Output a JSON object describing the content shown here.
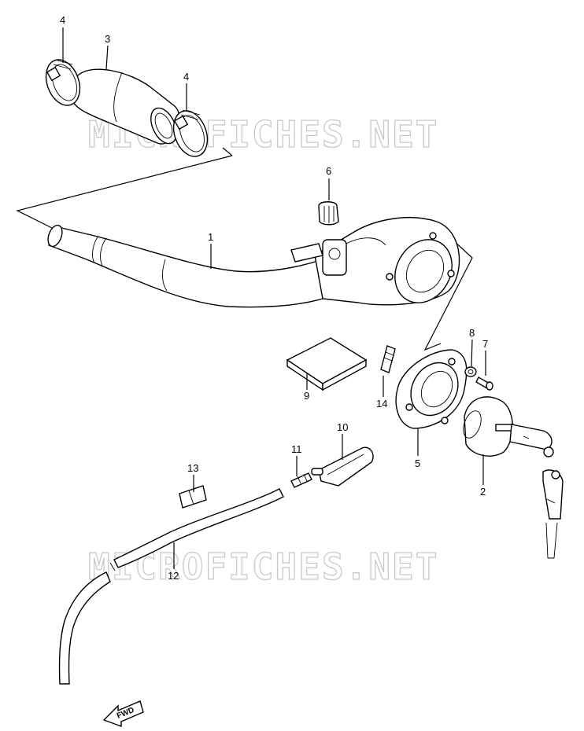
{
  "watermark": {
    "text": "MICROFICHES.NET"
  },
  "fwd_label": "FWD",
  "callouts": {
    "c1": "1",
    "c2": "2",
    "c3": "3",
    "c4a": "4",
    "c4b": "4",
    "c5": "5",
    "c6": "6",
    "c7": "7",
    "c8": "8",
    "c9": "9",
    "c10": "10",
    "c11": "11",
    "c12": "12",
    "c13": "13",
    "c14": "14"
  }
}
